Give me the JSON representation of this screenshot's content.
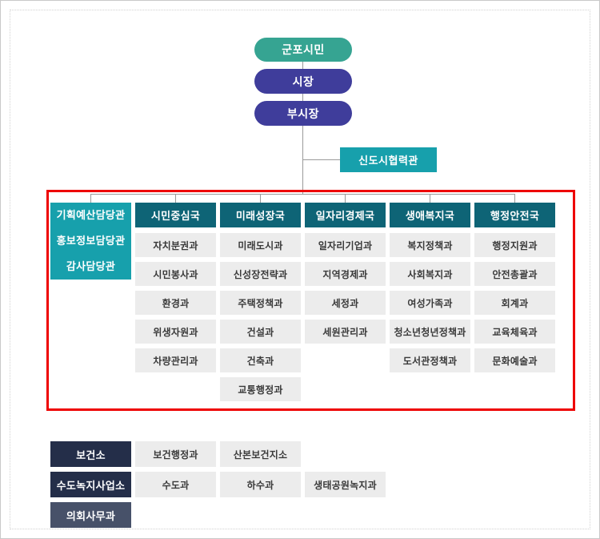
{
  "org": {
    "top_nodes": [
      {
        "id": "citizens",
        "label": "군포시민"
      },
      {
        "id": "mayor",
        "label": "시장"
      },
      {
        "id": "vice-mayor",
        "label": "부시장"
      }
    ],
    "cooperation_office": {
      "label": "신도시협력관"
    },
    "staff_offices": [
      "기획예산담당관",
      "홍보정보담당관",
      "감사담당관"
    ],
    "bureaus": [
      {
        "name": "시민중심국",
        "divisions": [
          "자치분권과",
          "시민봉사과",
          "환경과",
          "위생자원과",
          "차량관리과"
        ]
      },
      {
        "name": "미래성장국",
        "divisions": [
          "미래도시과",
          "신성장전략과",
          "주택정책과",
          "건설과",
          "건축과",
          "교통행정과"
        ]
      },
      {
        "name": "일자리경제국",
        "divisions": [
          "일자리기업과",
          "지역경제과",
          "세정과",
          "세원관리과"
        ]
      },
      {
        "name": "생애복지국",
        "divisions": [
          "복지정책과",
          "사회복지과",
          "여성가족과",
          "청소년청년정책과",
          "도서관정책과"
        ]
      },
      {
        "name": "행정안전국",
        "divisions": [
          "행정지원과",
          "안전총괄과",
          "회계과",
          "교육체육과",
          "문화예술과"
        ]
      }
    ],
    "agencies": [
      {
        "name": "보건소",
        "variant": "dark",
        "divisions": [
          "보건행정과",
          "산본보건지소"
        ]
      },
      {
        "name": "수도녹지사업소",
        "variant": "dark",
        "divisions": [
          "수도과",
          "하수과",
          "생태공원녹지과"
        ]
      },
      {
        "name": "의회사무과",
        "variant": "light",
        "divisions": []
      }
    ],
    "colors": {
      "citizens": "#36a492",
      "mayor": "#3f3d9b",
      "teal": "#17a0ac",
      "bureau_header": "#0e6476",
      "division_bg": "#ececec",
      "division_text": "#3a3a3a",
      "agency_dark": "#242e49",
      "agency_light": "#475169",
      "highlight": "#ee0000",
      "line": "#9a9a9a"
    }
  }
}
